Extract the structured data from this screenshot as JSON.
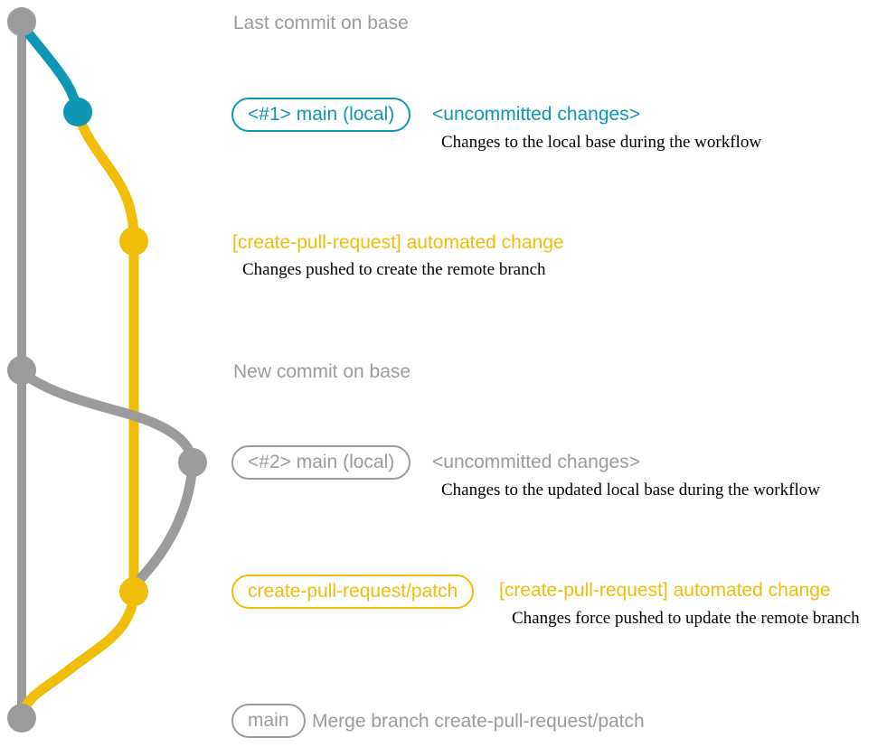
{
  "colors": {
    "gray": "#9b9b9b",
    "blue": "#0e96b5",
    "yellow": "#f0bd08",
    "ink": "#000000"
  },
  "rows": {
    "last_commit": {
      "label": "Last commit on base"
    },
    "commit1": {
      "badge": "<#1> main (local)",
      "title": "<uncommitted changes>",
      "description": "Changes to the local base during the workflow"
    },
    "push1": {
      "title": "[create-pull-request] automated change",
      "description": "Changes pushed to create the remote branch"
    },
    "new_commit": {
      "label": "New commit on base"
    },
    "commit2": {
      "badge": "<#2> main (local)",
      "title": "<uncommitted changes>",
      "description": "Changes to the updated local base during the workflow"
    },
    "push2": {
      "badge": "create-pull-request/patch",
      "title": "[create-pull-request] automated change",
      "description": "Changes force pushed to update the remote branch"
    },
    "merge": {
      "badge": "main",
      "label": "Merge branch create-pull-request/patch"
    }
  }
}
